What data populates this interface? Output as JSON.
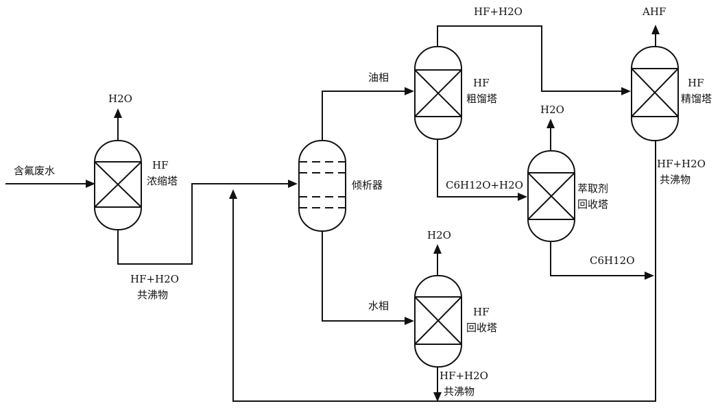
{
  "feed_label": "含氟废水",
  "columns": {
    "concentration": {
      "line1": "HF",
      "line2": "浓缩塔",
      "top_product": "H2O"
    },
    "crude": {
      "line1": "HF",
      "line2": "粗馏塔"
    },
    "fine": {
      "line1": "HF",
      "line2": "精馏塔",
      "top_product": "AHF"
    },
    "extractant_recovery": {
      "line1": "萃取剂",
      "line2": "回收塔",
      "top_product": "H2O"
    },
    "hf_recovery": {
      "line1": "HF",
      "line2": "回收塔",
      "top_product": "H2O"
    }
  },
  "decanter": {
    "label": "倾析器"
  },
  "streams": {
    "concentrator_bottom_line1": "HF+H2O",
    "concentrator_bottom_line2": "共沸物",
    "oil_phase": "油相",
    "water_phase": "水相",
    "crude_top": "HF+H2O",
    "crude_bottom": "C6H12O+H2O",
    "extractant_bottom": "C6H12O",
    "fine_bottom_line1": "HF+H2O",
    "fine_bottom_line2": "共沸物",
    "recovery_bottom_line1": "HF+H2O",
    "recovery_bottom_line2": "共沸物"
  }
}
